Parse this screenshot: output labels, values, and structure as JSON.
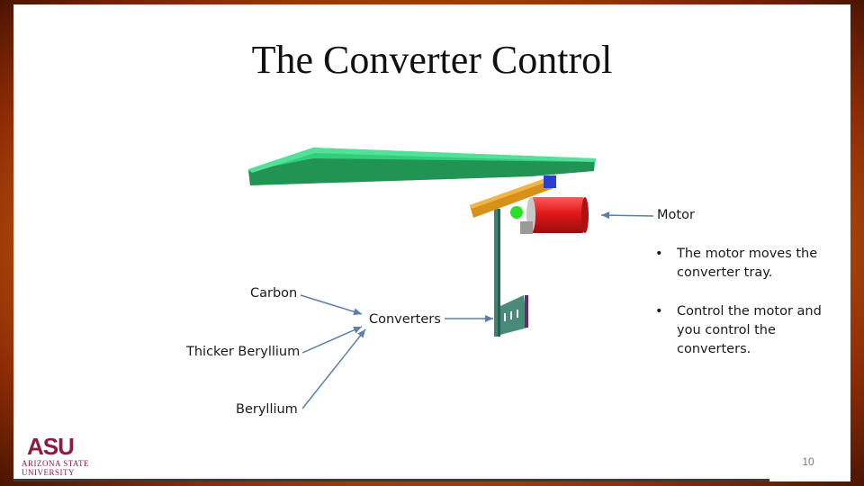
{
  "slide": {
    "title": "The Converter Control",
    "labels": {
      "motor": "Motor",
      "carbon": "Carbon",
      "converters": "Converters",
      "thicker_beryllium": "Thicker Beryllium",
      "beryllium": "Beryllium"
    },
    "bullets": [
      "The motor moves the converter tray.",
      "Control the motor and you control the converters."
    ],
    "bullet_glyph": "•",
    "page_number": "10"
  },
  "logo": {
    "mark": "ASU",
    "line1": "ARIZONA STATE",
    "line2": "UNIVERSITY"
  },
  "colors": {
    "tray_green": "#22c46a",
    "motor_red": "#e01818",
    "bracket_orange": "#d99018",
    "arrow_blue": "#5b7fa8",
    "asu_maroon": "#8c1d40"
  }
}
